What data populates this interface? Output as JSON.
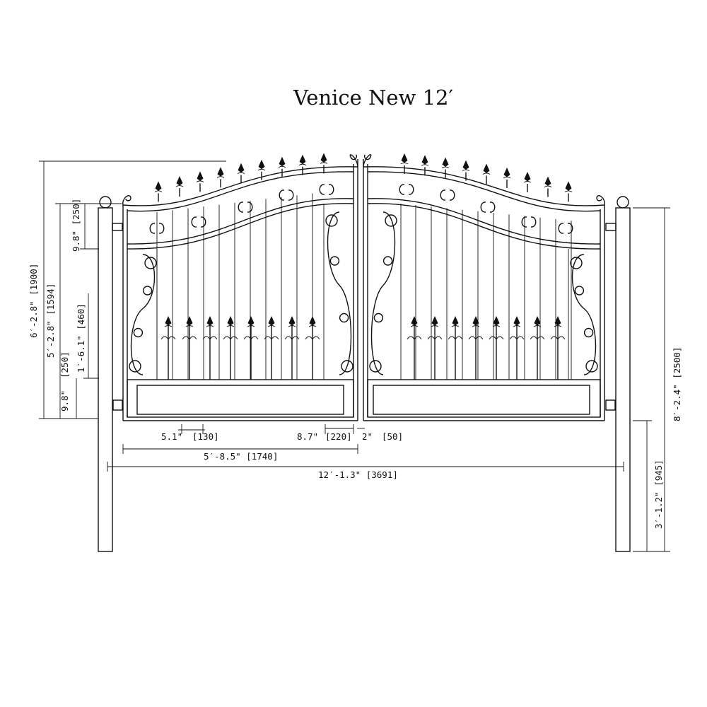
{
  "title": "Venice  New 12′",
  "dimensions": {
    "overall_height_left": "6′-2.8\" [1900]",
    "gate_height_left": "5′-2.8\" [1594]",
    "top_panel": "9.8\" [250]",
    "lower_picket_zone": "1′-6.1\" [460]",
    "bottom_band_label": "[250]",
    "bottom_band_value": "9.8\"",
    "picket_spacing_value": "5.1\"",
    "picket_spacing_mm": "[130]",
    "latch_gap_value": "8.7\"",
    "latch_gap_mm": "[220]",
    "center_gap_value": "2\"",
    "center_gap_mm": "[50]",
    "leaf_width": "5′-8.5\" [1740]",
    "overall_width": "12′-1.3\" [3691]",
    "post_height_right": "8′-2.4\" [2500]",
    "post_burial_right": "3′-1.2\" [945]"
  },
  "colors": {
    "line": "#111111",
    "background": "#ffffff"
  }
}
